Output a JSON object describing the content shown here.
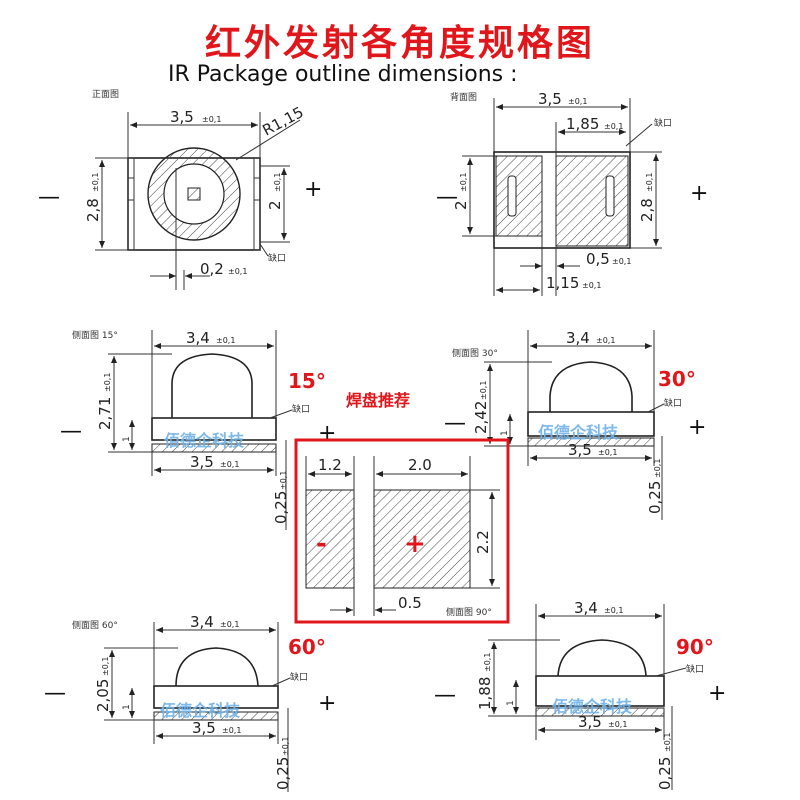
{
  "title_cn": "红外发射各角度规格图",
  "title_en": "IR Package outline dimensions :",
  "views": {
    "front": {
      "label": "正面图",
      "width": "3,5",
      "height": "2,8",
      "radius": "R1,15",
      "inner": "2",
      "offset": "0,2",
      "notch": "缺口"
    },
    "back": {
      "label": "背面图",
      "width": "3,5",
      "inner_w": "1,85",
      "left_h": "2",
      "right_h": "2,8",
      "gap": "0,5",
      "bottom": "1,15",
      "notch": "缺口"
    },
    "side15": {
      "label": "侧面图 15°",
      "top_w": "3,4",
      "height": "2,71",
      "base_h": "1",
      "bottom_w": "3,5",
      "thick": "0,25",
      "notch": "缺口",
      "angle": "15°"
    },
    "side30": {
      "label": "侧面图 30°",
      "top_w": "3,4",
      "height": "2,42",
      "base_h": "1",
      "bottom_w": "3,5",
      "thick": "0,25",
      "notch": "缺口",
      "angle": "30°"
    },
    "side60": {
      "label": "侧面图 60°",
      "top_w": "3,4",
      "height": "2,05",
      "base_h": "1",
      "bottom_w": "3,5",
      "thick": "0,25",
      "notch": "缺口",
      "angle": "60°"
    },
    "side90": {
      "label": "侧面图 90°",
      "top_w": "3,4",
      "height": "1,88",
      "base_h": "1",
      "bottom_w": "3,5",
      "thick": "0,25",
      "notch": "缺口",
      "angle": "90°"
    }
  },
  "pad": {
    "title": "焊盘推荐",
    "left_w": "1.2",
    "right_w": "2.0",
    "height": "2.2",
    "gap": "0.5",
    "minus": "-",
    "plus": "+"
  },
  "tolerance": "±0,1",
  "minus_sign": "—",
  "plus_sign": "+",
  "watermark": "佰德企科技",
  "colors": {
    "accent": "#e0161b",
    "watermark": "#6fb2e8"
  }
}
